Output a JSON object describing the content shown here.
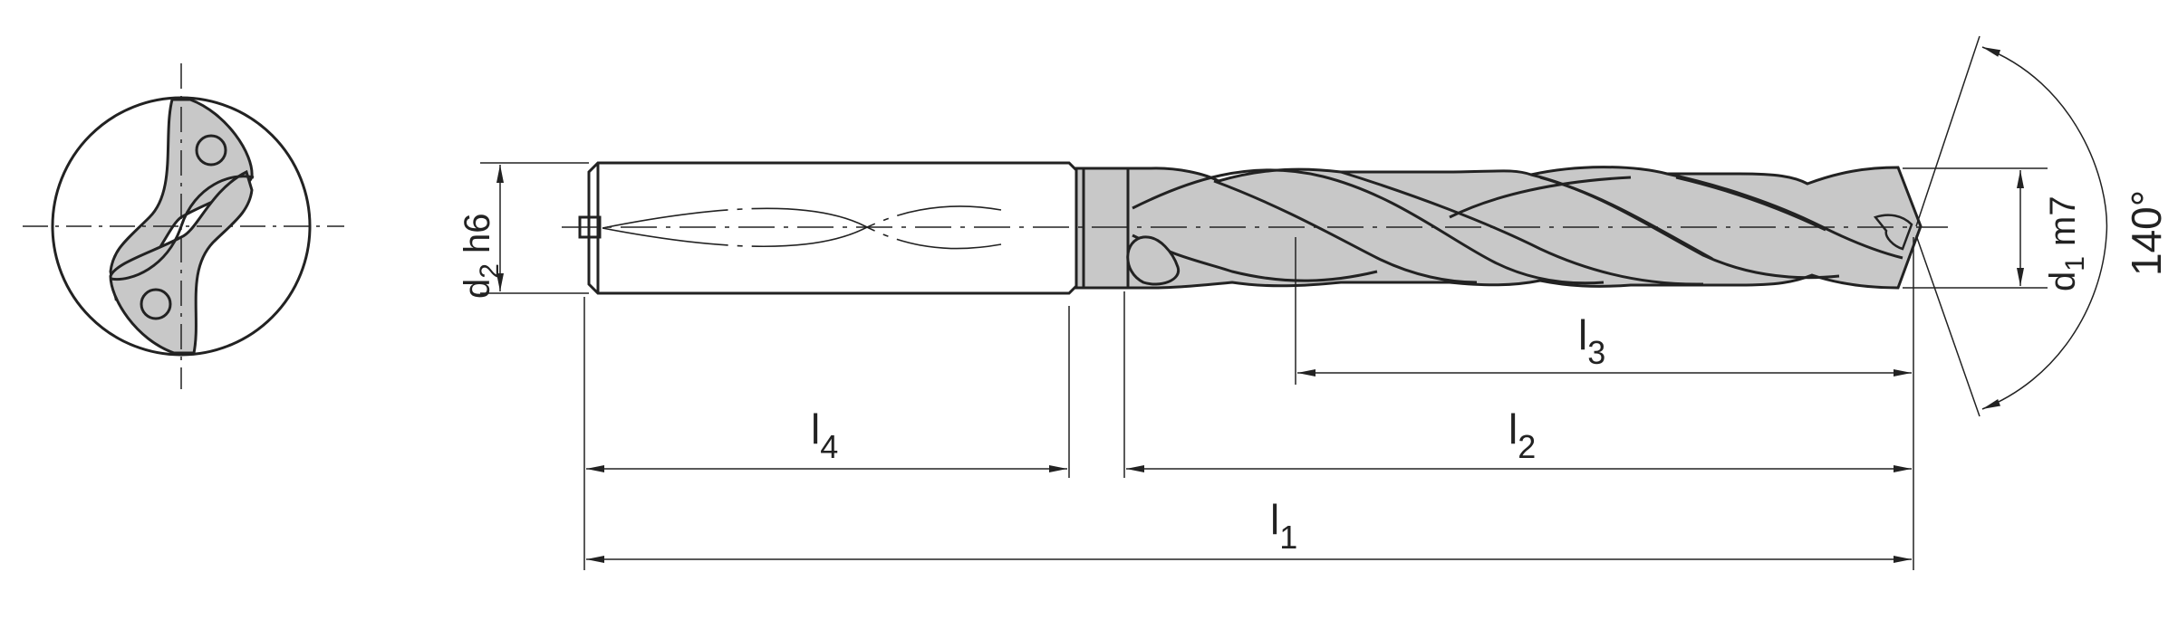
{
  "labels": {
    "d2": "d",
    "d2_sub": "2",
    "d2_tol": " h6",
    "d1": "d",
    "d1_sub": "1",
    "d1_tol": " m7",
    "angle": "140°",
    "l1": "l",
    "l1_sub": "1",
    "l2": "l",
    "l2_sub": "2",
    "l3": "l",
    "l3_sub": "3",
    "l4": "l",
    "l4_sub": "4"
  },
  "colors": {
    "line": "#222222",
    "fill": "#c8c8c8",
    "background": "#ffffff"
  }
}
